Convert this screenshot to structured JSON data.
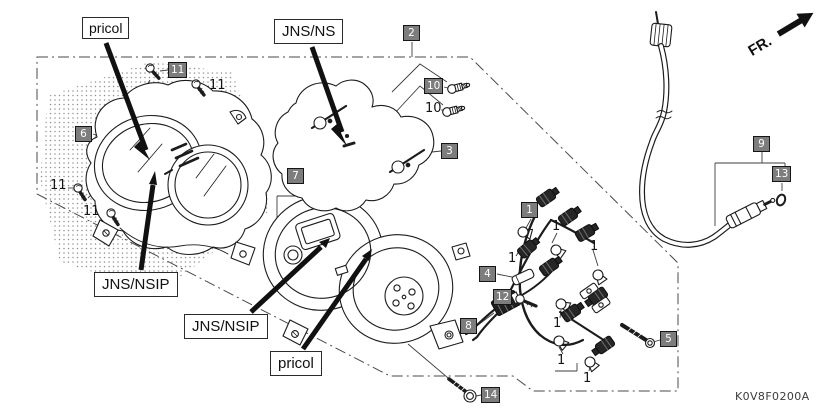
{
  "diagram_title": "instrument-cluster-parts-diagram",
  "part_code": "K0V8F0200A",
  "fr": {
    "label": "FR."
  },
  "labels": {
    "pricol_top": "pricol",
    "jns_ns": "JNS/NS",
    "jns_nsip_left": "JNS/NSIP",
    "jns_nsip_mid": "JNS/NSIP",
    "pricol_bottom": "pricol"
  },
  "badges": {
    "b1": "1",
    "b2": "2",
    "b3": "3",
    "b4": "4",
    "b5": "5",
    "b6": "6",
    "b7": "7",
    "b8": "8",
    "b9": "9",
    "b10": "10",
    "b11": "11",
    "b12": "12",
    "b13": "13",
    "b14": "14"
  },
  "inline": {
    "n11_top": "11",
    "n11_left_a": "11",
    "n11_left_b": "11",
    "n10": "10",
    "n1_a": "1",
    "n1_b": "1",
    "n1_c": "1",
    "n1_d": "1",
    "n1_e": "1",
    "n1_f": "1"
  },
  "colors": {
    "badge_bg": "#7d7d7d",
    "badge_text": "#ffffff",
    "line": "#1c1c1c",
    "frame": "#4a4a4a",
    "label_bg": "#ffffff",
    "stipple": "#8f8f8f"
  }
}
